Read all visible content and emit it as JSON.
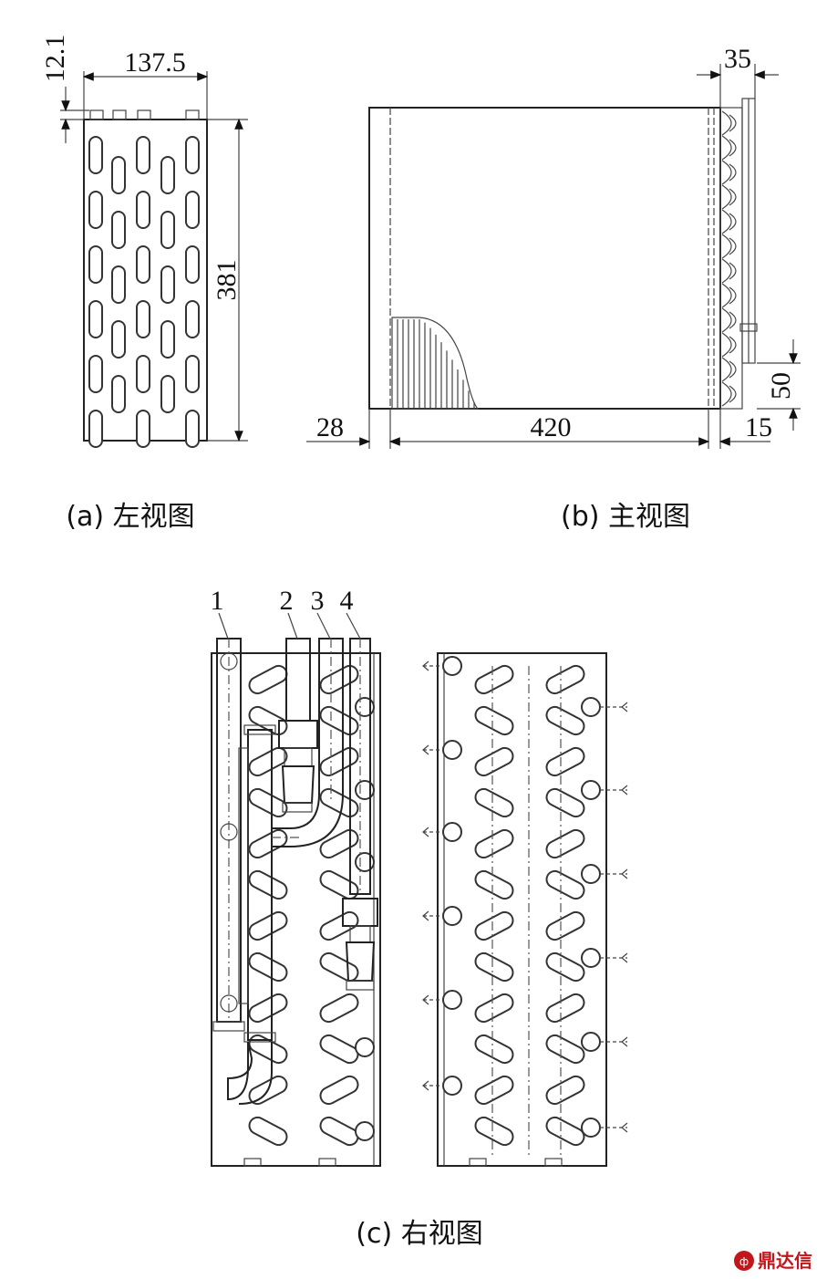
{
  "views": {
    "left": {
      "caption": "(a) 左视图",
      "dims": {
        "width": "137.5",
        "top_offset": "12.1",
        "height": "381"
      }
    },
    "front": {
      "caption": "(b) 主视图",
      "dims": {
        "left_offset": "28",
        "length": "420",
        "tube_depth": "35",
        "right_offset": "15",
        "bottom_offset": "50"
      }
    },
    "right": {
      "caption": "(c) 右视图",
      "labels": [
        "1",
        "2",
        "3",
        "4"
      ]
    }
  },
  "logo": {
    "text": "鼎达信",
    "color": "#c0161c"
  }
}
